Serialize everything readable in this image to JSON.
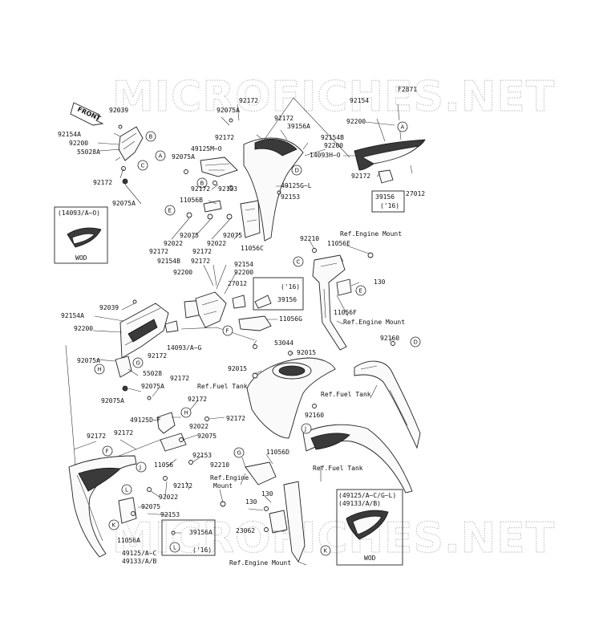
{
  "watermark": "MICROFICHES.NET",
  "front_label": "FRONT",
  "labels": [
    {
      "id": "l1",
      "text": "92039"
    },
    {
      "id": "l2",
      "text": "92154A"
    },
    {
      "id": "l3",
      "text": "92200"
    },
    {
      "id": "l4",
      "text": "55028A"
    },
    {
      "id": "l5",
      "text": "92172"
    },
    {
      "id": "l6",
      "text": "92075A"
    },
    {
      "id": "l7",
      "text": "92075A"
    },
    {
      "id": "l8",
      "text": "49125M~O"
    },
    {
      "id": "l9",
      "text": "92075A"
    },
    {
      "id": "l10",
      "text": "92172"
    },
    {
      "id": "l11",
      "text": "92172"
    },
    {
      "id": "l12",
      "text": "92172"
    },
    {
      "id": "l13",
      "text": "39156A"
    },
    {
      "id": "l14",
      "text": "92154B"
    },
    {
      "id": "l15",
      "text": "92200"
    },
    {
      "id": "l16",
      "text": "14093H~O"
    },
    {
      "id": "l17",
      "text": "92154"
    },
    {
      "id": "l18",
      "text": "F2871"
    },
    {
      "id": "l19",
      "text": "92200"
    },
    {
      "id": "l20",
      "text": "92172"
    },
    {
      "id": "l21",
      "text": "39156"
    },
    {
      "id": "l22",
      "text": "('16)"
    },
    {
      "id": "l23",
      "text": "27012"
    },
    {
      "id": "l24",
      "text": "92172"
    },
    {
      "id": "l25",
      "text": "92153"
    },
    {
      "id": "l26",
      "text": "49125G~L"
    },
    {
      "id": "l27",
      "text": "11056B"
    },
    {
      "id": "l28",
      "text": "92153"
    },
    {
      "id": "l29",
      "text": "(14093/A~O)"
    },
    {
      "id": "l30",
      "text": "WOD"
    },
    {
      "id": "l31",
      "text": "92022"
    },
    {
      "id": "l32",
      "text": "92075"
    },
    {
      "id": "l33",
      "text": "92022"
    },
    {
      "id": "l34",
      "text": "92075"
    },
    {
      "id": "l35",
      "text": "92172"
    },
    {
      "id": "l36",
      "text": "92172"
    },
    {
      "id": "l37",
      "text": "11056C"
    },
    {
      "id": "l38",
      "text": "92210"
    },
    {
      "id": "l39",
      "text": "Ref.Engine Mount"
    },
    {
      "id": "l40",
      "text": "11056E"
    },
    {
      "id": "l41",
      "text": "92154B"
    },
    {
      "id": "l42",
      "text": "92172"
    },
    {
      "id": "l43",
      "text": "92154"
    },
    {
      "id": "l44",
      "text": "92200"
    },
    {
      "id": "l45",
      "text": "92200"
    },
    {
      "id": "l46",
      "text": "27012"
    },
    {
      "id": "l47",
      "text": "('16)"
    },
    {
      "id": "l48",
      "text": "39156"
    },
    {
      "id": "l49",
      "text": "130"
    },
    {
      "id": "l50",
      "text": "11056F"
    },
    {
      "id": "l51",
      "text": "Ref.Engine Mount"
    },
    {
      "id": "l52",
      "text": "92039"
    },
    {
      "id": "l53",
      "text": "92154A"
    },
    {
      "id": "l54",
      "text": "92200"
    },
    {
      "id": "l55",
      "text": "11056G"
    },
    {
      "id": "l56",
      "text": "14093/A~G"
    },
    {
      "id": "l57",
      "text": "92172"
    },
    {
      "id": "l58",
      "text": "53044"
    },
    {
      "id": "l59",
      "text": "92015"
    },
    {
      "id": "l60",
      "text": "92075A"
    },
    {
      "id": "l61",
      "text": "92160"
    },
    {
      "id": "l62",
      "text": "55028"
    },
    {
      "id": "l63",
      "text": "92015"
    },
    {
      "id": "l64",
      "text": "92172"
    },
    {
      "id": "l65",
      "text": "92075A"
    },
    {
      "id": "l66",
      "text": "92075A"
    },
    {
      "id": "l67",
      "text": "Ref.Fuel Tank"
    },
    {
      "id": "l68",
      "text": "92172"
    },
    {
      "id": "l69",
      "text": "Ref.Fuel Tank"
    },
    {
      "id": "l70",
      "text": "49125D~F"
    },
    {
      "id": "l71",
      "text": "92172"
    },
    {
      "id": "l72",
      "text": "92022"
    },
    {
      "id": "l73",
      "text": "92160"
    },
    {
      "id": "l74",
      "text": "92172"
    },
    {
      "id": "l75",
      "text": "92075"
    },
    {
      "id": "l76",
      "text": "92172"
    },
    {
      "id": "l77",
      "text": "11056"
    },
    {
      "id": "l78",
      "text": "92153"
    },
    {
      "id": "l79",
      "text": "92210"
    },
    {
      "id": "l80",
      "text": "11056D"
    },
    {
      "id": "l81",
      "text": "Ref.Fuel Tank"
    },
    {
      "id": "l82",
      "text": "Ref.Engine"
    },
    {
      "id": "l83",
      "text": "Mount"
    },
    {
      "id": "l84",
      "text": "92172"
    },
    {
      "id": "l85",
      "text": "92022"
    },
    {
      "id": "l86",
      "text": "92075"
    },
    {
      "id": "l87",
      "text": "130"
    },
    {
      "id": "l88",
      "text": "(49125/A~C/G~L)"
    },
    {
      "id": "l89",
      "text": "(49133/A/B)"
    },
    {
      "id": "l90",
      "text": "92153"
    },
    {
      "id": "l91",
      "text": "130"
    },
    {
      "id": "l92",
      "text": "23062"
    },
    {
      "id": "l93",
      "text": "39156A"
    },
    {
      "id": "l94",
      "text": "('16)"
    },
    {
      "id": "l95",
      "text": "11056A"
    },
    {
      "id": "l96",
      "text": "49125/A~C"
    },
    {
      "id": "l97",
      "text": "49133/A/B"
    },
    {
      "id": "l98",
      "text": "Ref.Engine Mount"
    },
    {
      "id": "l99",
      "text": "WOD"
    }
  ],
  "callouts": [
    {
      "id": "c1",
      "letter": "B"
    },
    {
      "id": "c2",
      "letter": "A"
    },
    {
      "id": "c3",
      "letter": "C"
    },
    {
      "id": "c4",
      "letter": "B"
    },
    {
      "id": "c5",
      "letter": "D"
    },
    {
      "id": "c6",
      "letter": "E"
    },
    {
      "id": "c7",
      "letter": "A"
    },
    {
      "id": "c8",
      "letter": "C"
    },
    {
      "id": "c9",
      "letter": "E"
    },
    {
      "id": "c10",
      "letter": "F"
    },
    {
      "id": "c11",
      "letter": "G"
    },
    {
      "id": "c12",
      "letter": "H"
    },
    {
      "id": "c13",
      "letter": "D"
    },
    {
      "id": "c14",
      "letter": "H"
    },
    {
      "id": "c15",
      "letter": "J"
    },
    {
      "id": "c16",
      "letter": "F"
    },
    {
      "id": "c17",
      "letter": "J"
    },
    {
      "id": "c18",
      "letter": "G"
    },
    {
      "id": "c19",
      "letter": "L"
    },
    {
      "id": "c20",
      "letter": "K"
    },
    {
      "id": "c21",
      "letter": "L"
    },
    {
      "id": "c22",
      "letter": "K"
    }
  ]
}
